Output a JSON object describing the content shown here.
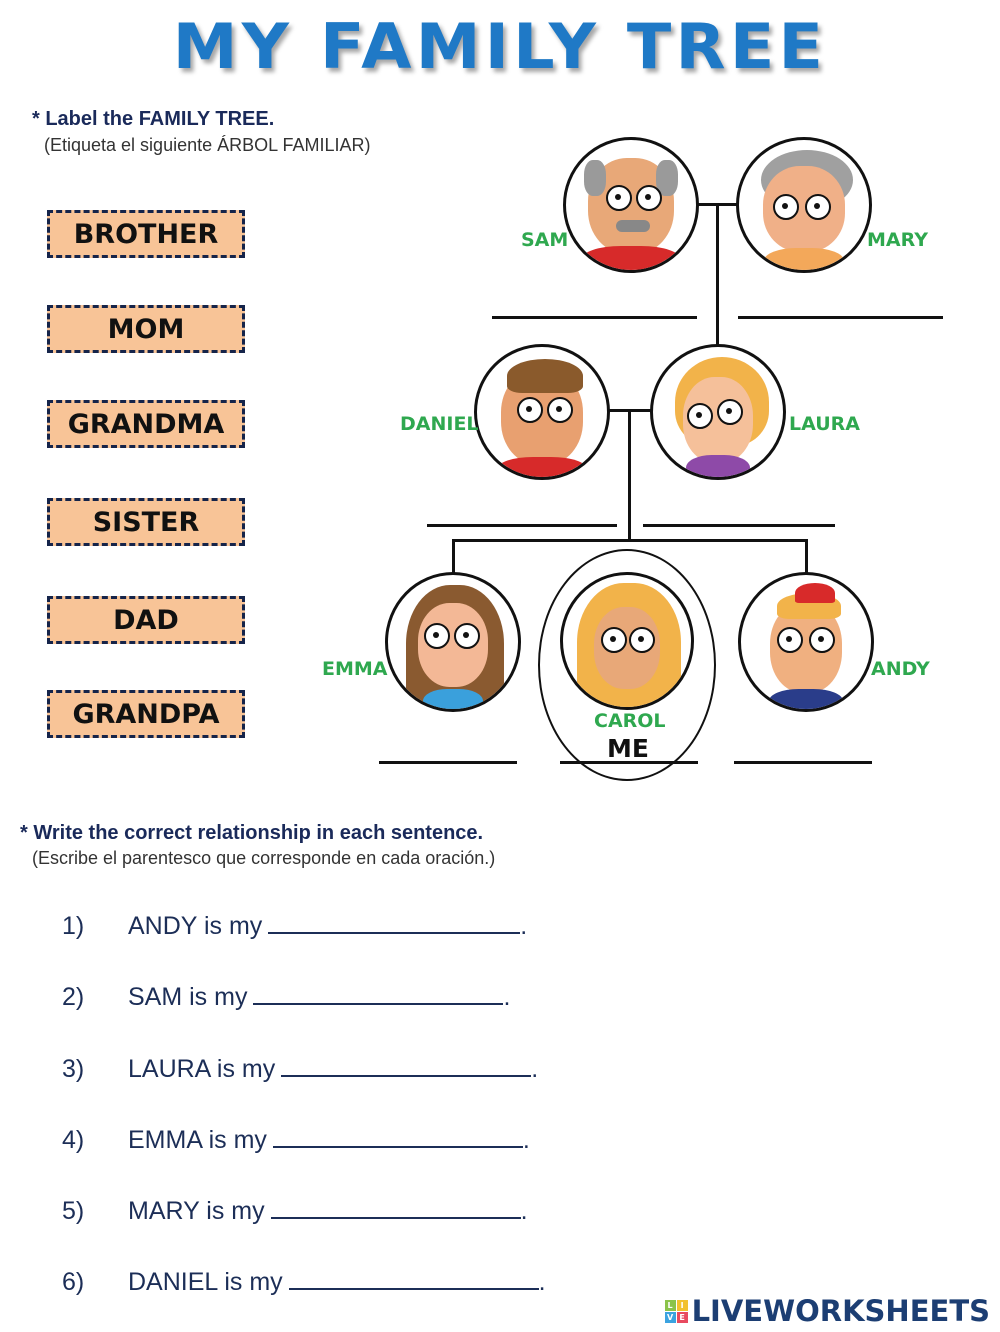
{
  "title": "MY FAMILY TREE",
  "section1": {
    "instruction": "* Label the FAMILY TREE.",
    "translation": "(Etiqueta el siguiente ÁRBOL FAMILIAR)",
    "cards": [
      "BROTHER",
      "MOM",
      "GRANDMA",
      "SISTER",
      "DAD",
      "GRANDPA"
    ]
  },
  "tree": {
    "grandparents": [
      {
        "name": "SAM"
      },
      {
        "name": "MARY"
      }
    ],
    "parents": [
      {
        "name": "DANIEL"
      },
      {
        "name": "LAURA"
      }
    ],
    "children": [
      {
        "name": "EMMA"
      },
      {
        "name": "CAROL",
        "tag": "ME"
      },
      {
        "name": "ANDY"
      }
    ],
    "colors": {
      "name": "#2fa84f",
      "card": "#f8c497",
      "title": "#1f79c6"
    }
  },
  "section2": {
    "instruction": "* Write the correct relationship in each sentence.",
    "translation": "(Escribe el parentesco que corresponde en cada oración.)",
    "questions": [
      {
        "num": "1)",
        "text": "ANDY is my",
        "end": "."
      },
      {
        "num": "2)",
        "text": "SAM is my",
        "end": "."
      },
      {
        "num": "3)",
        "text": "LAURA is my",
        "end": "."
      },
      {
        "num": "4)",
        "text": "EMMA is my",
        "end": "."
      },
      {
        "num": "5)",
        "text": "MARY is my",
        "end": "."
      },
      {
        "num": "6)",
        "text": "DANIEL is my",
        "end": "."
      }
    ]
  },
  "footer": {
    "brand": "LIVEWORKSHEETS",
    "logo_letters": [
      "L",
      "I",
      "V",
      "E"
    ]
  }
}
